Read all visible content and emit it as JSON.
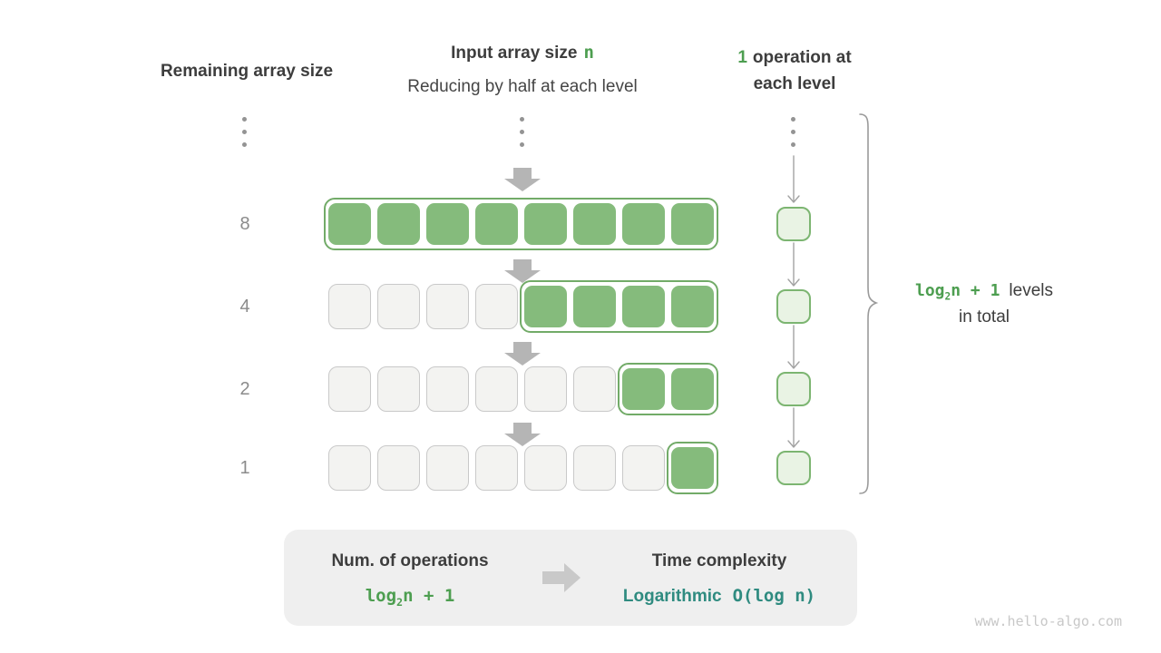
{
  "columns": {
    "remaining": {
      "title": "Remaining array size"
    },
    "input": {
      "title_prefix": "Input array size",
      "title_var": "n",
      "subtitle": "Reducing by half at each level"
    },
    "operations": {
      "count": "1",
      "line1_rest": "operation at",
      "line2": "each level"
    }
  },
  "rows": [
    {
      "label": "8",
      "inactive_cells": 0,
      "active_cells": 8
    },
    {
      "label": "4",
      "inactive_cells": 4,
      "active_cells": 4
    },
    {
      "label": "2",
      "inactive_cells": 6,
      "active_cells": 2
    },
    {
      "label": "1",
      "inactive_cells": 7,
      "active_cells": 1
    }
  ],
  "levels_annotation": {
    "formula_fn": "log",
    "formula_sub": "2",
    "formula_rest": "n + 1",
    "label_line1": "levels",
    "label_line2": "in total"
  },
  "summary": {
    "operations_title": "Num. of operations",
    "operations_formula_fn": "log",
    "operations_formula_sub": "2",
    "operations_formula_rest": "n + 1",
    "complexity_title": "Time complexity",
    "complexity_name": "Logarithmic",
    "complexity_notation": "O(log n)"
  },
  "watermark": "www.hello-algo.com",
  "colors": {
    "active_green": "#85bb7c",
    "container_border_green": "#72ab68",
    "light_green_fill": "#e9f3e4",
    "green_text": "#4d9e50",
    "teal_text": "#2f8b80",
    "inactive_fill": "#f3f3f1",
    "inactive_border": "#c9c9c9",
    "arrow_gray": "#b5b5b5",
    "text_dark": "#3d3d3d",
    "row_label_gray": "#8b8b8b",
    "summary_box_bg": "#efefef",
    "watermark_gray": "#c8c8c8"
  }
}
